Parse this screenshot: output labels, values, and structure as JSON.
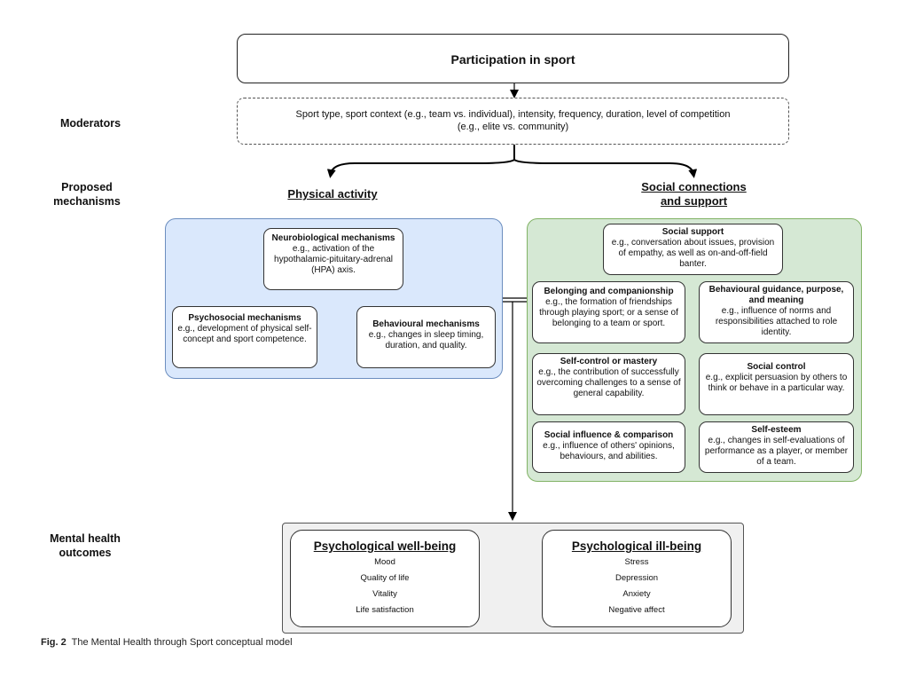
{
  "participation": "Participation in sport",
  "labels": {
    "moderators": "Moderators",
    "mechanisms_line1": "Proposed",
    "mechanisms_line2": "mechanisms",
    "outcomes_line1": "Mental health",
    "outcomes_line2": "outcomes"
  },
  "moderators_text_line1": "Sport type, sport context (e.g., team vs. individual), intensity, frequency, duration, level of competition",
  "moderators_text_line2": "(e.g., elite vs. community)",
  "physical": {
    "title": "Physical activity",
    "neuro": {
      "title": "Neurobiological mechanisms",
      "text": "e.g., activation of the hypothalamic-pituitary-adrenal (HPA) axis."
    },
    "psycho": {
      "title": "Psychosocial mechanisms",
      "text": "e.g., development of physical self-concept and sport competence."
    },
    "behav": {
      "title": "Behavioural mechanisms",
      "text": "e.g., changes in sleep timing, duration, and quality."
    }
  },
  "social": {
    "title_line1": "Social connections",
    "title_line2": "and support",
    "support": {
      "title": "Social support",
      "text": "e.g., conversation about issues, provision of empathy, as well as on-and-off-field banter."
    },
    "belonging": {
      "title": "Belonging and companionship",
      "text": "e.g., the formation of friendships through playing sport; or a sense of belonging to a team or sport."
    },
    "guidance": {
      "title": "Behavioural guidance, purpose, and meaning",
      "text": "e.g., influence of norms and responsibilities attached to role identity."
    },
    "selfcontrol": {
      "title": "Self-control or mastery",
      "text": "e.g., the contribution of successfully overcoming challenges to a sense of general capability."
    },
    "control": {
      "title": "Social control",
      "text": "e.g., explicit persuasion by others to think or behave in a particular way."
    },
    "influence": {
      "title": "Social influence & comparison",
      "text": "e.g., influence of others' opinions, behaviours, and abilities."
    },
    "esteem": {
      "title": "Self-esteem",
      "text": "e.g., changes in self-evaluations of performance as a player, or member of a team."
    }
  },
  "wellbeing": {
    "title": "Psychological well-being",
    "items": [
      "Mood",
      "Quality of life",
      "Vitality",
      "Life satisfaction"
    ]
  },
  "illbeing": {
    "title": "Psychological ill-being",
    "items": [
      "Stress",
      "Depression",
      "Anxiety",
      "Negative affect"
    ]
  },
  "caption": {
    "label": "Fig. 2",
    "text": "The Mental Health through Sport conceptual model"
  },
  "colors": {
    "blue_panel": "#dae8fc",
    "blue_border": "#6c8ebf",
    "green_panel": "#d5e8d4",
    "green_border": "#82b366",
    "outcome_panel": "#f0f0f0"
  }
}
